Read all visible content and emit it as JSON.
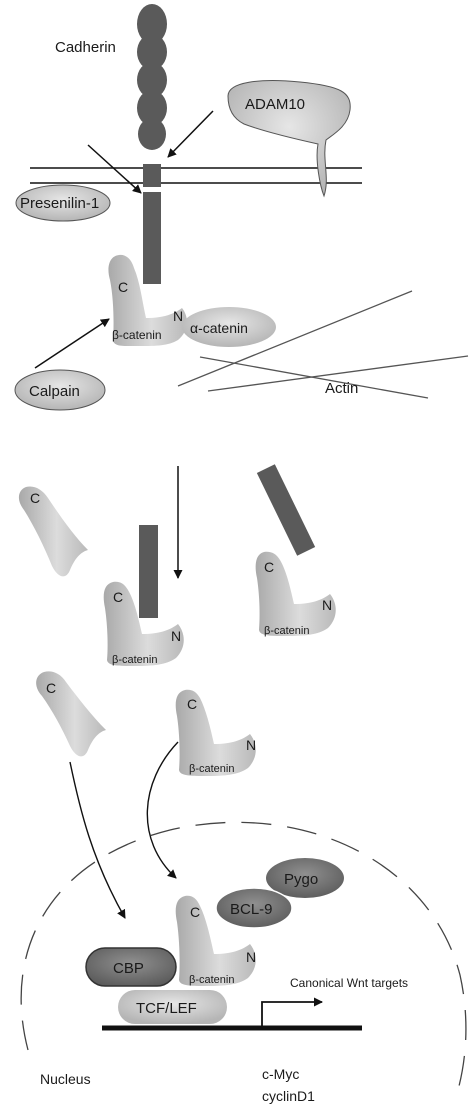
{
  "labels": {
    "cadherin": "Cadherin",
    "adam10": "ADAM10",
    "presenilin": "Presenilin-1",
    "c_terminal": "C",
    "n_terminal": "N",
    "beta_catenin": "β-catenin",
    "alpha_catenin": "α-catenin",
    "calpain": "Calpain",
    "actin": "Actin",
    "pygo": "Pygo",
    "bcl9": "BCL-9",
    "cbp": "CBP",
    "tcf_lef": "TCF/LEF",
    "canonical_targets": "Canonical Wnt targets",
    "nucleus": "Nucleus",
    "cmyc": "c-Myc",
    "cyclin": "cyclinD1"
  },
  "colors": {
    "protein_light": "#c8c8c8",
    "protein_dark": "#595959",
    "cadherin": "#5a5a5a",
    "line": "#111111",
    "actin_line": "#555555"
  }
}
